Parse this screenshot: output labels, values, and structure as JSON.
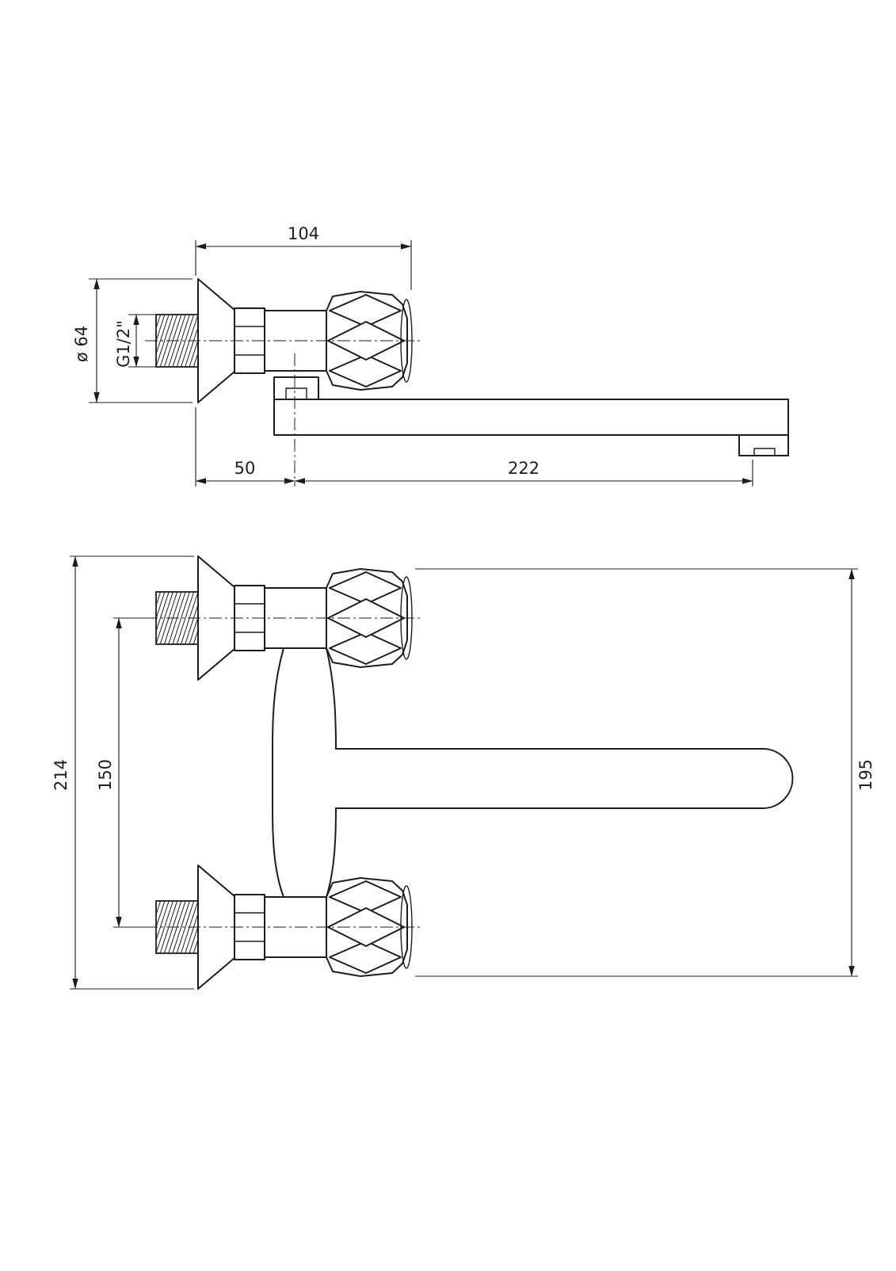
{
  "drawing": {
    "top_view": {
      "dim_104": "104",
      "dim_diameter": "ø 64",
      "dim_thread": "G1/2\"",
      "dim_50": "50",
      "dim_222": "222"
    },
    "front_view": {
      "dim_214": "214",
      "dim_150": "150",
      "dim_195": "195"
    }
  }
}
